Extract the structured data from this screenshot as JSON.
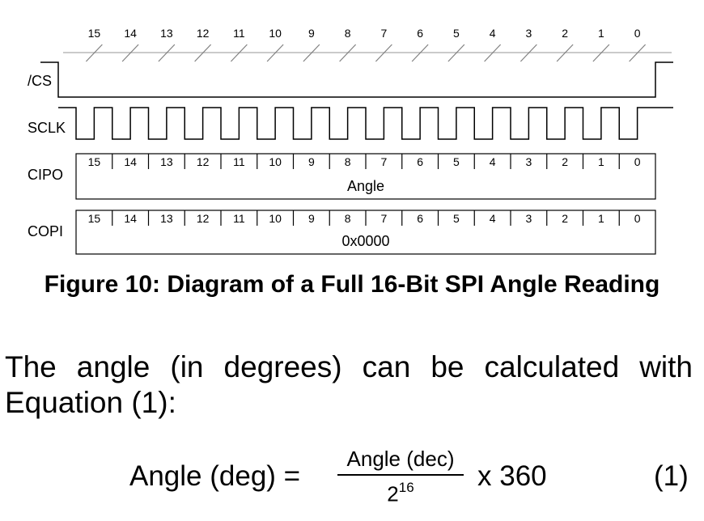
{
  "diagram": {
    "bit_labels": [
      "15",
      "14",
      "13",
      "12",
      "11",
      "10",
      "9",
      "8",
      "7",
      "6",
      "5",
      "4",
      "3",
      "2",
      "1",
      "0"
    ],
    "signals": {
      "cs": "/CS",
      "sclk": "SCLK",
      "cipo": "CIPO",
      "copi": "COPI"
    },
    "cipo_value": "Angle",
    "copi_value": "0x0000"
  },
  "caption": "Figure 10: Diagram of a Full 16-Bit SPI Angle Reading",
  "paragraph": "The angle (in degrees) can be calculated with Equation (1):",
  "equation": {
    "lhs": "Angle (deg) =",
    "numerator": "Angle (dec)",
    "denominator_base": "2",
    "denominator_exp": "16",
    "rhs": "x 360",
    "number": "(1)"
  }
}
